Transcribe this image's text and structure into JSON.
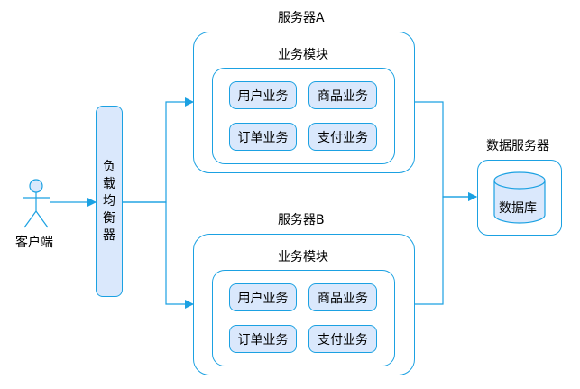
{
  "client": {
    "label": "客户端"
  },
  "load_balancer": {
    "chars": [
      "负",
      "载",
      "均",
      "衡",
      "器"
    ]
  },
  "servers": [
    {
      "title": "服务器A",
      "module_title": "业务模块",
      "businesses": [
        "用户业务",
        "商品业务",
        "订单业务",
        "支付业务"
      ]
    },
    {
      "title": "服务器B",
      "module_title": "业务模块",
      "businesses": [
        "用户业务",
        "商品业务",
        "订单业务",
        "支付业务"
      ]
    }
  ],
  "db_server": {
    "title": "数据服务器",
    "database": "数据库"
  },
  "colors": {
    "stroke": "#1ba1e2",
    "fill": "#dae8fc",
    "actor_fill": "#dae8fc"
  }
}
